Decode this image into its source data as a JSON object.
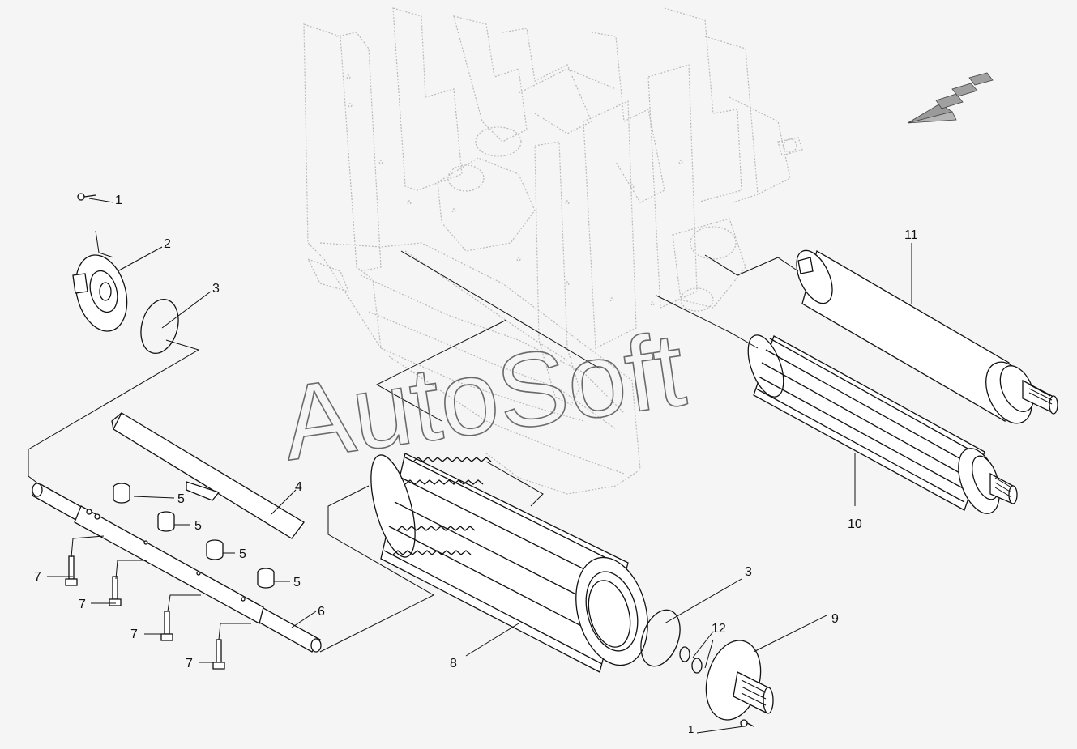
{
  "watermark": "AutoSoft",
  "callouts": {
    "c1_top": "1",
    "c2": "2",
    "c3_left": "3",
    "c4": "4",
    "c5_a": "5",
    "c5_b": "5",
    "c5_c": "5",
    "c5_d": "5",
    "c6": "6",
    "c7_a": "7",
    "c7_b": "7",
    "c7_c": "7",
    "c7_d": "7",
    "c8": "8",
    "c3_right": "3",
    "c12": "12",
    "c9": "9",
    "c1_bottom": "1",
    "c10": "10",
    "c11": "11"
  },
  "colors": {
    "background": "#f5f5f5",
    "line": "#111111",
    "ghost_frame": "#b9b9b9",
    "watermark": "#6a6a6a"
  }
}
